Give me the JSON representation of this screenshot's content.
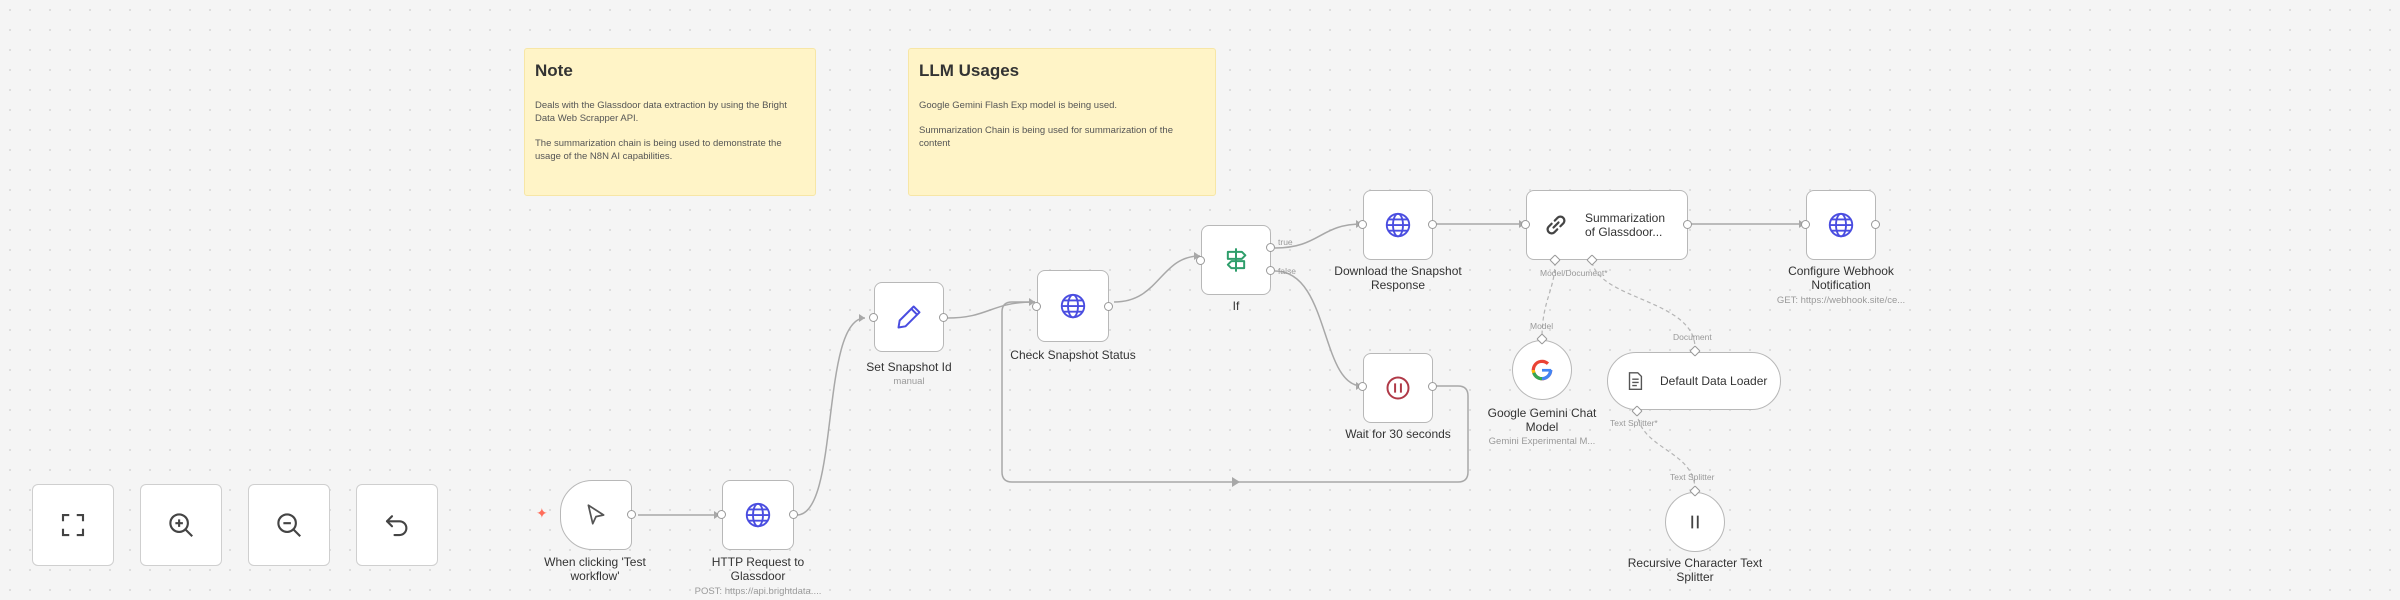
{
  "notes": [
    {
      "title": "Note",
      "lines": [
        "Deals with the Glassdoor data extraction by using the Bright Data Web Scrapper API.",
        "The summarization chain is being used to demonstrate the usage of the N8N AI capabilities."
      ]
    },
    {
      "title": "LLM Usages",
      "lines": [
        "Google Gemini Flash Exp model is being used.",
        "Summarization Chain is being used for summarization of the content"
      ]
    }
  ],
  "nodes": {
    "trigger": {
      "title": "When clicking 'Test workflow'",
      "icon": "cursor-icon"
    },
    "http_request": {
      "title": "HTTP Request to Glassdoor",
      "subtitle": "POST: https://api.brightdata....",
      "icon": "globe-icon"
    },
    "set_snapshot": {
      "title": "Set Snapshot Id",
      "subtitle": "manual",
      "icon": "pencil-icon"
    },
    "check_status": {
      "title": "Check Snapshot Status",
      "icon": "globe-icon"
    },
    "if_node": {
      "title": "If",
      "true_label": "true",
      "false_label": "false",
      "icon": "signpost-icon"
    },
    "download": {
      "title": "Download the Snapshot Response",
      "icon": "globe-icon"
    },
    "wait": {
      "title": "Wait for 30 seconds",
      "icon": "pause-icon"
    },
    "summarization": {
      "title": "Summarization of Glassdoor...",
      "icon": "chain-link-icon"
    },
    "webhook": {
      "title": "Configure Webhook Notification",
      "subtitle": "GET: https://webhook.site/ce...",
      "icon": "globe-icon"
    },
    "gemini": {
      "title": "Google Gemini Chat Model",
      "subtitle": "Gemini Experimental M...",
      "icon": "google-icon"
    },
    "data_loader": {
      "title": "Default Data Loader",
      "icon": "document-icon"
    },
    "splitter": {
      "title": "Recursive Character Text Splitter",
      "icon": "splitter-icon"
    }
  },
  "ports": {
    "model_document": "Model/Document*",
    "model": "Model",
    "document": "Document",
    "text_splitter_out": "Text Splitter*",
    "text_splitter_in": "Text Splitter"
  },
  "controls": [
    {
      "name": "zoom-to-fit",
      "icon": "fit-screen-icon"
    },
    {
      "name": "zoom-in",
      "icon": "zoom-in-icon"
    },
    {
      "name": "zoom-out",
      "icon": "zoom-out-icon"
    },
    {
      "name": "reset-zoom",
      "icon": "undo-icon"
    }
  ],
  "colors": {
    "accent": "#4a4de0",
    "trigger_bolt": "#ff6d5a",
    "if_green": "#2e9e6b",
    "wait_red": "#b03a48"
  }
}
